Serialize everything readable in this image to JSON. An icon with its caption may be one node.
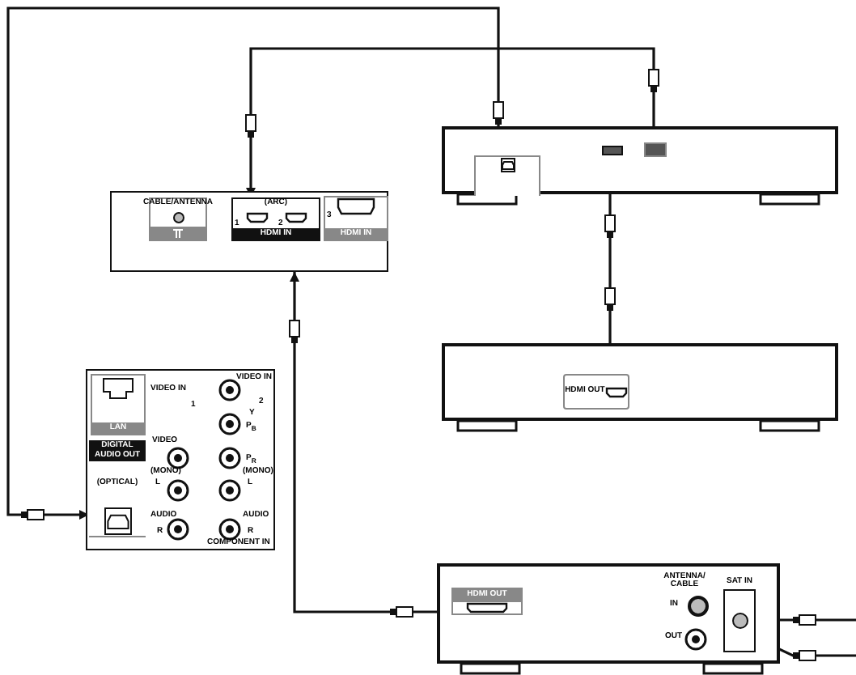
{
  "diagram": {
    "nodes": [
      {
        "text": [],
        "shape": "box"
      },
      {
        "text": [
          "CABLE/ANTENNA"
        ],
        "in": 0
      },
      {
        "text": [
          "(ARC)",
          "HDMI IN"
        ],
        "in": 0
      },
      {
        "text": [
          "HDMI IN"
        ],
        "in": 0
      },
      {
        "text": [],
        "shape": "box"
      },
      {
        "text": [
          "LAN"
        ],
        "in": 4
      },
      {
        "text": [
          "DIGITAL AUDIO OUT",
          "(OPTICAL)"
        ],
        "in": 4
      },
      {
        "text": [],
        "shape": "box"
      },
      {
        "text": [],
        "shape": "box",
        "in": 7
      },
      {
        "text": [],
        "shape": "box",
        "in": 7
      },
      {
        "text": [],
        "shape": "box",
        "in": 7
      },
      {
        "text": [],
        "shape": "box"
      },
      {
        "text": [
          "HDMI OUT"
        ],
        "in": 11
      },
      {
        "text": [],
        "shape": "box"
      },
      {
        "text": [
          "HDMI OUT"
        ],
        "in": 13
      },
      {
        "text": [],
        "shape": "circle",
        "in": 13
      },
      {
        "text": [
          "SAT IN"
        ],
        "in": 13
      }
    ],
    "edges": [
      {
        "from": 6,
        "to": 8,
        "arrow": "both"
      },
      {
        "from": 2,
        "to": 10,
        "arrow": "both"
      },
      {
        "from": 9,
        "to": 12,
        "arrow": "both"
      },
      {
        "from": 0,
        "to": 14,
        "arrow": "both"
      },
      {
        "from": null,
        "to": 15,
        "arrow": "to"
      },
      {
        "from": null,
        "to": 16,
        "arrow": "to"
      }
    ],
    "labels": [
      "1",
      "2",
      "3",
      "VIDEO IN",
      "1",
      "VIDEO IN",
      "2",
      "Y",
      "P$_{B}$",
      "P$_{R}$",
      "VIDEO",
      "(MONO)",
      "L",
      "AUDIO",
      "R",
      "(MONO)",
      "L",
      "AUDIO",
      "R",
      "COMPONENT IN",
      "ANTENNA/ CABLE",
      "IN",
      "OUT"
    ]
  }
}
